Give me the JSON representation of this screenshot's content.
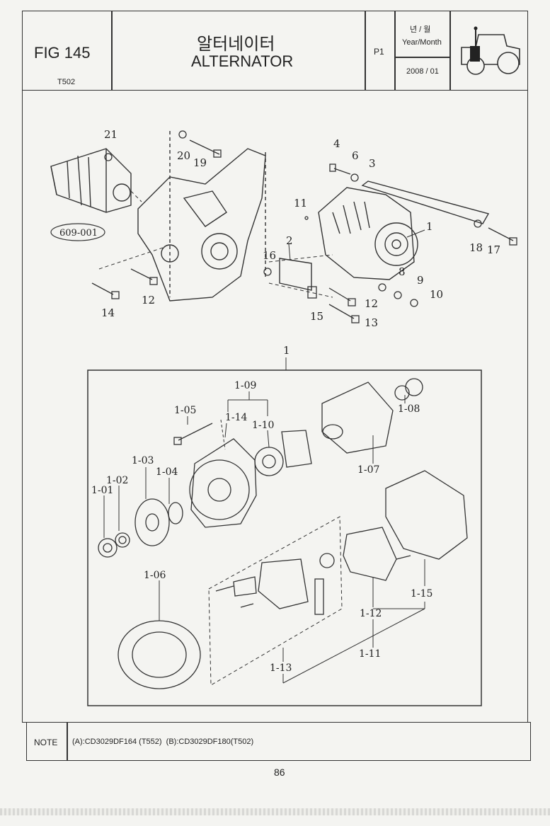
{
  "header": {
    "fig": "FIG 145",
    "model": "T502",
    "title_ko": "알터네이터",
    "title_en": "ALTERNATOR",
    "page_code": "P1",
    "date_label_ko": "년 / 월",
    "date_label_en": "Year/Month",
    "date": "2008 / 01",
    "tractor_icon": "tractor-icon"
  },
  "diagram": {
    "top_callouts": [
      "21",
      "20",
      "19",
      "4",
      "6",
      "3",
      "11",
      "1",
      "2",
      "16",
      "8",
      "9",
      "10",
      "18",
      "17",
      "12",
      "14",
      "12",
      "15",
      "13"
    ],
    "ref_badge": "609-001",
    "detail_parent": "1",
    "detail_callouts": [
      "1-09",
      "1-05",
      "1-14",
      "1-10",
      "1-08",
      "1-07",
      "1-03",
      "1-02",
      "1-04",
      "1-01",
      "1-06",
      "1-12",
      "1-15",
      "1-11",
      "1-13"
    ]
  },
  "note": {
    "label": "NOTE",
    "text": "(A):CD3029DF164 (T552)  (B):CD3029DF180(T502)"
  },
  "footer": {
    "page_number": "86"
  }
}
